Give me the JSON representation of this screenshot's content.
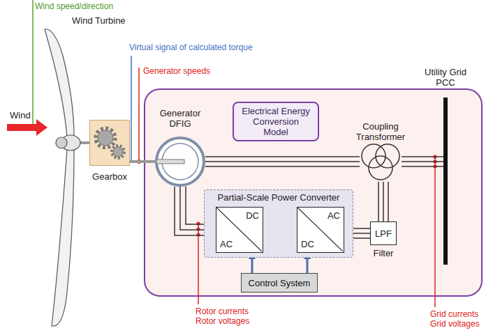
{
  "diagram": {
    "nodes": [
      {
        "text": [
          "Electrical Energy Conversion Model"
        ]
      },
      {
        "text": [
          "Gearbox"
        ]
      },
      {
        "text": [
          "Generator DFIG"
        ]
      },
      {
        "text": [
          "Partial-Scale Power Converter"
        ]
      },
      {
        "text": [
          "AC",
          "DC"
        ],
        "in": 3
      },
      {
        "text": [
          "DC",
          "AC"
        ],
        "in": 3
      },
      {
        "text": [
          "Control System"
        ]
      },
      {
        "text": [
          "LPF",
          "Filter"
        ]
      },
      {
        "text": [
          "Coupling Transformer"
        ]
      },
      {
        "text": [
          "Utility Grid PCC"
        ]
      }
    ],
    "edges": [
      {
        "from": 1,
        "to": 2,
        "arrow": "none"
      },
      {
        "from": 2,
        "to": 8,
        "arrow": "none"
      },
      {
        "from": 2,
        "to": 4,
        "arrow": "none"
      },
      {
        "from": 4,
        "to": 5,
        "arrow": "none"
      },
      {
        "from": 5,
        "to": 7,
        "arrow": "none"
      },
      {
        "from": 7,
        "to": 8,
        "arrow": "none"
      },
      {
        "from": 8,
        "to": 9,
        "arrow": "none"
      },
      {
        "from": 6,
        "to": 4,
        "arrow": "to"
      },
      {
        "from": 6,
        "to": 5,
        "arrow": "to"
      }
    ],
    "labels": [
      "Wind speed/direction",
      "Wind Turbine",
      "Virtual signal of calculated torque",
      "Generator speeds",
      "Wind",
      "Rotor currents Rotor voltages",
      "Grid currents Grid voltages"
    ]
  }
}
